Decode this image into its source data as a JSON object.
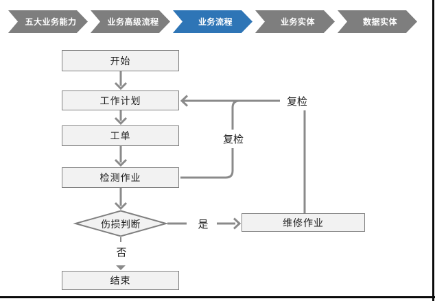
{
  "breadcrumb": {
    "active_index": 2,
    "items": [
      {
        "label": "五大业务能力"
      },
      {
        "label": "业务高级流程"
      },
      {
        "label": "业务流程"
      },
      {
        "label": "业务实体"
      },
      {
        "label": "数据实体"
      }
    ]
  },
  "flowchart": {
    "nodes": {
      "start": "开始",
      "work_plan": "工作计划",
      "work_order": "工单",
      "inspection": "检测作业",
      "damage_decision": "伤损判断",
      "repair": "维修作业",
      "end": "结束"
    },
    "edge_labels": {
      "recheck_inner": "复检",
      "recheck_outer": "复检",
      "yes": "是",
      "no": "否"
    }
  },
  "colors": {
    "chevron_gray": "#7e7e7e",
    "chevron_active_blue": "#2e75b6",
    "node_fill": "#f2f2f2",
    "node_border": "#7f7f7f",
    "connector_gray": "#8a8a8a"
  }
}
